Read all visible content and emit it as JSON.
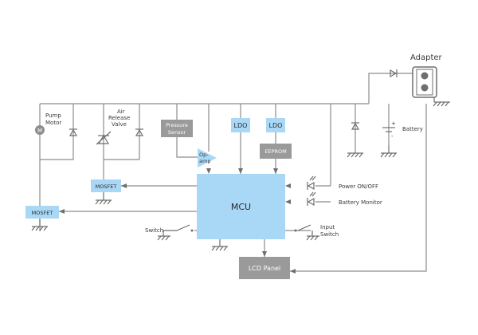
{
  "labels": {
    "adapter": "Adapter",
    "pump_motor": [
      "Pump",
      "Motor"
    ],
    "motor_symbol": "M",
    "air_release_valve": [
      "Air",
      "Release",
      "Valve"
    ],
    "pressure_sensor": [
      "Pressure",
      "Sensor"
    ],
    "ldo_1": "LDO",
    "ldo_2": "LDO",
    "eeprom": "EEPROM",
    "op_amp": [
      "Op-",
      "amp"
    ],
    "mcu": "MCU",
    "mosfet_1": "MOSFET",
    "mosfet_2": "MOSFET",
    "battery": "Battery",
    "battery_plus": "+",
    "battery_minus": "-",
    "power_on_off": "Power ON/OFF",
    "battery_monitor": "Battery Monitor",
    "switch": "Switch",
    "input_switch": [
      "Input",
      "Switch"
    ],
    "lcd_panel": "LCD Panel"
  },
  "colors": {
    "blue_block": "#a8d8f5",
    "gray_block": "#9a9a9a",
    "wire": "#8c8c8c"
  }
}
